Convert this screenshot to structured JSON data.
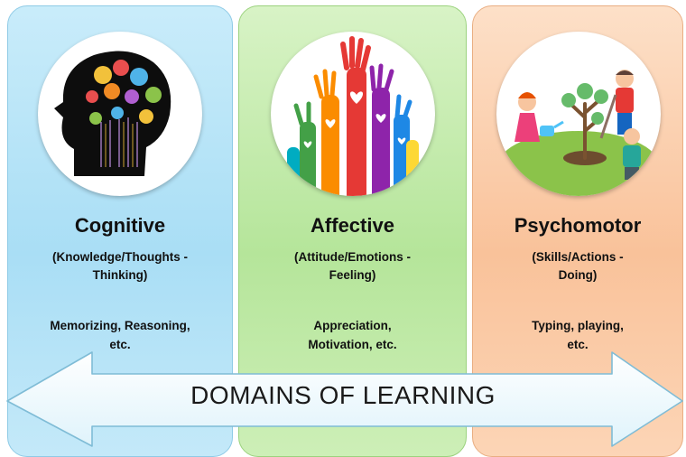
{
  "domains": [
    {
      "title": "Cognitive",
      "subtitle_line1": "(Knowledge/Thoughts -",
      "subtitle_line2": "Thinking)",
      "examples_line1": "Memorizing, Reasoning,",
      "examples_line2": "etc.",
      "illustration": "head-with-icons"
    },
    {
      "title": "Affective",
      "subtitle_line1": "(Attitude/Emotions -",
      "subtitle_line2": "Feeling)",
      "examples_line1": "Appreciation,",
      "examples_line2": "Motivation, etc.",
      "illustration": "raised-hands-with-hearts"
    },
    {
      "title": "Psychomotor",
      "subtitle_line1": "(Skills/Actions -",
      "subtitle_line2": "Doing)",
      "examples_line1": "Typing, playing,",
      "examples_line2": "etc.",
      "illustration": "children-planting-tree"
    }
  ],
  "arrow_label": "DOMAINS OF LEARNING",
  "colors": {
    "cognitive_panel": "#a9def5",
    "affective_panel": "#b5e59a",
    "psychomotor_panel": "#f9c29a",
    "arrow_fill": "#e6f6fc"
  }
}
